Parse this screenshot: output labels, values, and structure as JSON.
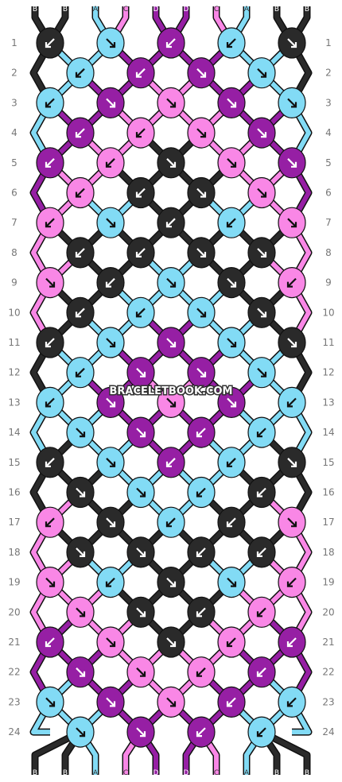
{
  "watermark": "BRACELETBOOK.COM",
  "colors": {
    "B": "#2a2a2a",
    "A": "#82dbf5",
    "C": "#f987e6",
    "D": "#961fa4"
  },
  "top_strings": [
    "B",
    "B",
    "A",
    "C",
    "D",
    "D",
    "C",
    "A",
    "B",
    "B"
  ],
  "bottom_strings": [
    "B",
    "B",
    "A",
    "C",
    "D",
    "D",
    "C",
    "A",
    "B",
    "B"
  ],
  "rows": [
    "1",
    "2",
    "3",
    "4",
    "5",
    "6",
    "7",
    "8",
    "9",
    "10",
    "11",
    "12",
    "13",
    "14",
    "15",
    "16",
    "17",
    "18",
    "19",
    "20",
    "21",
    "22",
    "23",
    "24"
  ],
  "knot_colors": [
    [
      "B",
      "A",
      "D",
      "A",
      "B"
    ],
    [
      "A",
      "D",
      "D",
      "A"
    ],
    [
      "A",
      "D",
      "C",
      "D",
      "A"
    ],
    [
      "D",
      "C",
      "C",
      "D"
    ],
    [
      "D",
      "C",
      "B",
      "C",
      "D"
    ],
    [
      "C",
      "B",
      "B",
      "C"
    ],
    [
      "C",
      "A",
      "B",
      "A",
      "C"
    ],
    [
      "B",
      "B",
      "B",
      "B"
    ],
    [
      "C",
      "B",
      "A",
      "B",
      "C"
    ],
    [
      "B",
      "A",
      "A",
      "B"
    ],
    [
      "B",
      "A",
      "D",
      "A",
      "B"
    ],
    [
      "A",
      "D",
      "D",
      "A"
    ],
    [
      "A",
      "D",
      "C",
      "D",
      "A"
    ],
    [
      "A",
      "D",
      "D",
      "A"
    ],
    [
      "B",
      "A",
      "D",
      "A",
      "B"
    ],
    [
      "B",
      "A",
      "A",
      "B"
    ],
    [
      "C",
      "B",
      "A",
      "B",
      "C"
    ],
    [
      "B",
      "B",
      "B",
      "B"
    ],
    [
      "C",
      "A",
      "B",
      "A",
      "C"
    ],
    [
      "C",
      "B",
      "B",
      "C"
    ],
    [
      "D",
      "C",
      "B",
      "C",
      "D"
    ],
    [
      "D",
      "C",
      "C",
      "D"
    ],
    [
      "A",
      "D",
      "C",
      "D",
      "A"
    ],
    [
      "A",
      "D",
      "D",
      "A"
    ]
  ],
  "knot_arrows": [
    [
      "sw",
      "se",
      "sw",
      "sw",
      "se"
    ],
    [
      "sw",
      "sw",
      "se",
      "se"
    ],
    [
      "sw",
      "se",
      "se",
      "se",
      "se"
    ],
    [
      "sw",
      "sw",
      "se",
      "se"
    ],
    [
      "sw",
      "sw",
      "se",
      "se",
      "se"
    ],
    [
      "sw",
      "sw",
      "se",
      "se"
    ],
    [
      "sw",
      "se",
      "sw",
      "sw",
      "se"
    ],
    [
      "sw",
      "sw",
      "se",
      "se"
    ],
    [
      "se",
      "sw",
      "se",
      "se",
      "sw"
    ],
    [
      "sw",
      "sw",
      "se",
      "se"
    ],
    [
      "sw",
      "se",
      "se",
      "se",
      "se"
    ],
    [
      "sw",
      "se",
      "se",
      "se"
    ],
    [
      "sw",
      "se",
      "se",
      "se",
      "sw"
    ],
    [
      "se",
      "se",
      "sw",
      "sw"
    ],
    [
      "sw",
      "se",
      "sw",
      "sw",
      "se"
    ],
    [
      "se",
      "se",
      "sw",
      "sw"
    ],
    [
      "sw",
      "se",
      "sw",
      "sw",
      "se"
    ],
    [
      "se",
      "se",
      "sw",
      "sw"
    ],
    [
      "se",
      "sw",
      "se",
      "se",
      "sw"
    ],
    [
      "se",
      "se",
      "sw",
      "sw"
    ],
    [
      "sw",
      "se",
      "se",
      "sw",
      "sw"
    ],
    [
      "se",
      "se",
      "sw",
      "sw"
    ],
    [
      "se",
      "se",
      "se",
      "sw",
      "sw"
    ],
    [
      "se",
      "se",
      "sw",
      "sw"
    ]
  ]
}
